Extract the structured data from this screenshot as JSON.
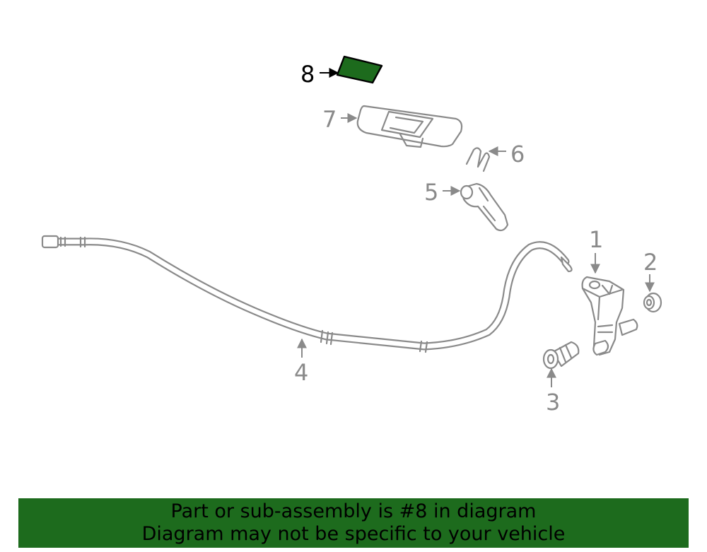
{
  "colors": {
    "highlight": "#1d6b1d",
    "part_stroke": "#8a8a8a",
    "highlight_label": "#000000",
    "banner_bg": "#1d6b1d",
    "banner_text": "#000000"
  },
  "callouts": [
    {
      "id": "1",
      "label": "1",
      "highlighted": false
    },
    {
      "id": "2",
      "label": "2",
      "highlighted": false
    },
    {
      "id": "3",
      "label": "3",
      "highlighted": false
    },
    {
      "id": "4",
      "label": "4",
      "highlighted": false
    },
    {
      "id": "5",
      "label": "5",
      "highlighted": false
    },
    {
      "id": "6",
      "label": "6",
      "highlighted": false
    },
    {
      "id": "7",
      "label": "7",
      "highlighted": false
    },
    {
      "id": "8",
      "label": "8",
      "highlighted": true
    }
  ],
  "banner": {
    "line1": "Part or sub-assembly is #8 in diagram",
    "line2": "Diagram may not be specific to your vehicle"
  }
}
